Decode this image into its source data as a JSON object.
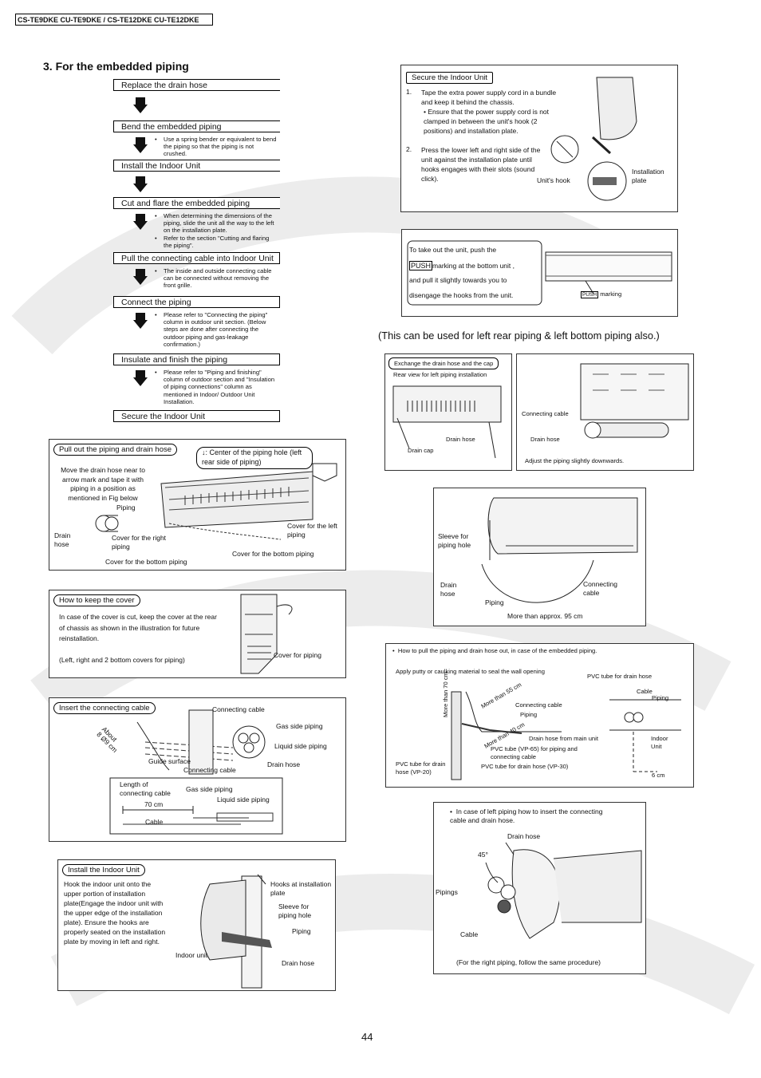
{
  "header": {
    "model_label": "CS-TE9DKE CU-TE9DKE / CS-TE12DKE CU-TE12DKE"
  },
  "section": {
    "number": "3.",
    "title": "For the embedded piping"
  },
  "flow_steps": [
    {
      "label": "Replace the drain hose",
      "notes": []
    },
    {
      "label": "Bend the embedded piping",
      "notes": [
        "Use a spring bender or equivalent to bend the piping so that the piping is not crushed."
      ]
    },
    {
      "label": "Install the Indoor Unit",
      "notes": []
    },
    {
      "label": "Cut and flare the embedded piping",
      "notes": [
        "When determining the dimensions of the piping, slide the unit all the way to the left on the installation plate.",
        "Refer to the section \"Cutting and flaring the piping\"."
      ]
    },
    {
      "label": "Pull the connecting cable into Indoor Unit",
      "notes": [
        "The inside and outside connecting cable can be connected without removing the front grille."
      ]
    },
    {
      "label": "Connect the piping",
      "notes": [
        "Please refer to \"Connecting the piping\" column in outdoor unit section. (Below steps are done after connecting the outdoor piping and gas-leakage confirmation.)"
      ]
    },
    {
      "label": "Insulate and finish the piping",
      "notes": [
        "Please refer to \"Piping and finishing\" column of outdoor section and \"Insulation of piping connections\" column as mentioned in Indoor/ Outdoor Unit Installation."
      ]
    },
    {
      "label": "Secure the Indoor Unit",
      "notes": []
    }
  ],
  "pull_out_box": {
    "title": "Pull out the piping and drain hose",
    "center_note": ": Center of the piping hole (left rear side of piping)",
    "move_note": "Move the drain hose near to arrow mark and tape it with piping in a position as mentioned in Fig below",
    "labels": {
      "piping": "Piping",
      "drain_hose": "Drain hose",
      "cover_right": "Cover for the right piping",
      "cover_left": "Cover for the left piping",
      "cover_bottom_1": "Cover for  the bottom piping",
      "cover_bottom_2": "Cover for the bottom piping"
    }
  },
  "keep_cover_box": {
    "title": "How to keep the cover",
    "text": "In case of the cover is cut, keep the cover at the rear of chassis as shown in the illustration for future reinstallation.",
    "subtext": "(Left, right and 2 bottom covers for piping)",
    "label": "Cover for piping"
  },
  "insert_cable_box": {
    "title": "Insert the connecting cable",
    "labels": {
      "connecting_cable_top": "Connecting  cable",
      "about": "About",
      "about_dim": "8 Ø9 cm",
      "gas_side": "Gas side piping",
      "liquid_side": "Liquid side piping",
      "guide_surface": "Guide surface",
      "drain_hose": "Drain hose",
      "connecting_cable": "Connecting cable",
      "length_of": "Length of",
      "connecting_cable2": "connecting cable",
      "gas_side2": "Gas side piping",
      "liquid_side2": "Liquid side piping",
      "dim": "70 cm",
      "cable": "Cable"
    }
  },
  "install_indoor_box": {
    "title": "Install the Indoor Unit",
    "text": "Hook the indoor unit onto the upper portion of installation plate(Engage the indoor unit with the upper edge of the installation plate). Ensure the hooks are properly seated on the installation plate by moving in left and right.",
    "labels": {
      "hooks": "Hooks at installation plate",
      "sleeve": "Sleeve for piping hole",
      "piping": "Piping",
      "indoor_unit": "Indoor unit",
      "drain_hose": "Drain hose"
    }
  },
  "secure_box": {
    "title": "Secure the Indoor Unit",
    "item1_num": "1.",
    "item1": "Tape the extra power supply cord in a bundle and keep it behind the chassis.",
    "item1_sub": "Ensure that the power supply cord is not clamped in between the unit's hook (2 positions) and installation plate.",
    "item2_num": "2.",
    "item2": "Press the lower left and right side of the unit against the installation plate until hooks engages with their slots (sound click).",
    "labels": {
      "units_hook": "Unit's hook",
      "installation_plate": "Installation plate"
    }
  },
  "push_box": {
    "line1": "To take out the unit, push the",
    "push": "PUSH",
    "line2": "marking at the bottom unit ,",
    "line3": "and pull it slightly towards you to",
    "line4": "disengage the hooks from the unit.",
    "marking": "marking"
  },
  "left_rear_note": "(This can be used for left rear piping & left bottom piping also.)",
  "exchange_box": {
    "title": "Exchange the drain hose and the cap",
    "subtitle": "Rear view for left piping installation",
    "drain_hose": "Drain hose",
    "drain_cap": "Drain cap",
    "connecting_cable": "Connecting cable",
    "drain_hose2": "Drain hose",
    "adjust": "Adjust the piping slightly downwards."
  },
  "sleeve_box": {
    "sleeve": "Sleeve for piping hole",
    "drain_hose": "Drain hose",
    "piping": "Piping",
    "connecting_cable": "Connecting cable",
    "distance": "More than approx. 95 cm"
  },
  "embedded_box": {
    "title": "How to pull the piping and drain hose out, in case of the embedded piping.",
    "apply": "Apply putty or caulking material to seal the wall opening",
    "pvc_drain": "PVC tube for drain hose",
    "cable": "Cable",
    "piping": "Piping",
    "conn_cable": "Connecting cable",
    "piping2": "Piping",
    "more55": "More than 55 cm",
    "more40": "More than 40 cm",
    "drain_main": "Drain hose from main unit",
    "vp65": "PVC tube (VP-65) for piping and connecting cable",
    "vp30": "PVC tube for drain hose (VP-30)",
    "vp20": "PVC tube for drain hose (VP-20)",
    "more70": "More than 70 cm",
    "indoor_unit": "Indoor Unit",
    "six_cm": "6 cm"
  },
  "left_piping_box": {
    "title": "In case of left piping how to insert the connecting cable and drain hose.",
    "drain_hose": "Drain hose",
    "angle": "45°",
    "pipings": "Pipings",
    "cable": "Cable",
    "note": "(For the right piping, follow the same procedure)"
  },
  "page_number": "44"
}
